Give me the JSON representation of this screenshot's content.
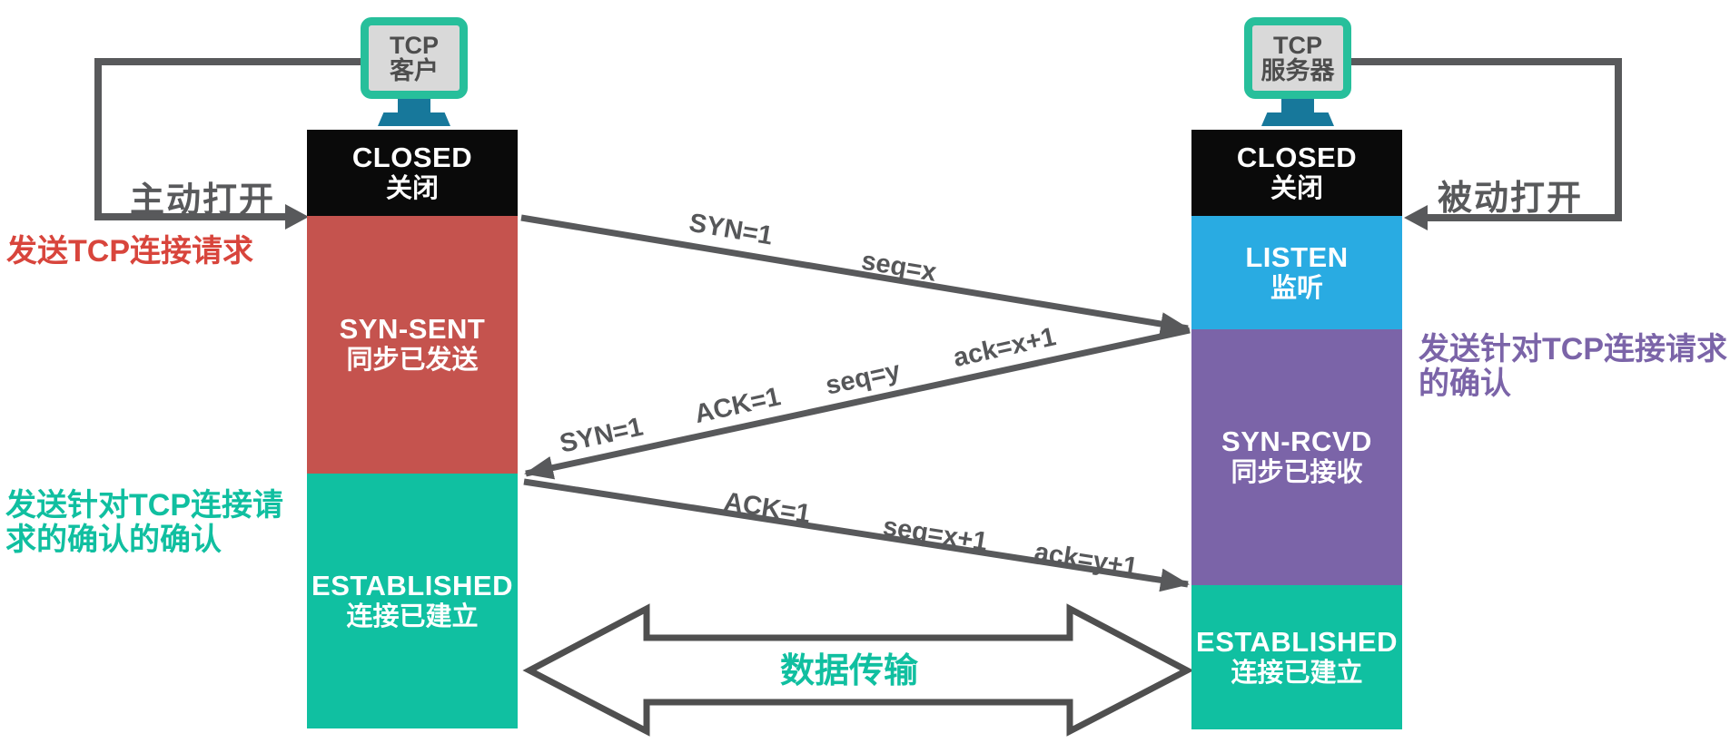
{
  "client": {
    "device_line1": "TCP",
    "device_line2": "客户",
    "open_action": "主动打开",
    "states": {
      "closed": {
        "en": "CLOSED",
        "zh": "关闭"
      },
      "syn_sent": {
        "en": "SYN-SENT",
        "zh": "同步已发送"
      },
      "established": {
        "en": "ESTABLISHED",
        "zh": "连接已建立"
      }
    },
    "note_send_request": "发送TCP连接请求",
    "note_send_ack_line1": "发送针对TCP连接请",
    "note_send_ack_line2": "求的确认的确认"
  },
  "server": {
    "device_line1": "TCP",
    "device_line2": "服务器",
    "open_action": "被动打开",
    "states": {
      "closed": {
        "en": "CLOSED",
        "zh": "关闭"
      },
      "listen": {
        "en": "LISTEN",
        "zh": "监听"
      },
      "syn_rcvd": {
        "en": "SYN-RCVD",
        "zh": "同步已接收"
      },
      "established": {
        "en": "ESTABLISHED",
        "zh": "连接已建立"
      }
    },
    "note_send_ack_line1": "发送针对TCP连接请求",
    "note_send_ack_line2": "的确认"
  },
  "messages": {
    "syn": {
      "part1": "SYN=1",
      "part2": "seq=x"
    },
    "syn_ack": {
      "part1": "SYN=1",
      "part2": "ACK=1",
      "part3": "seq=y",
      "part4": "ack=x+1"
    },
    "ack": {
      "part1": "ACK=1",
      "part2": "seq=x+1",
      "part3": "ack=y+1"
    }
  },
  "data_transfer": "数据传输",
  "colors": {
    "closed_bg": "#0a0a0a",
    "syn_sent_bg": "#c5534e",
    "listen_bg": "#29abe2",
    "syn_rcvd_bg": "#7b64a8",
    "established_bg": "#10c0a1",
    "arrow_gray": "#58595b",
    "note_red": "#d8453c",
    "note_teal": "#10bfa0",
    "note_purple": "#7b64a8",
    "monitor_border": "#27bf9b",
    "monitor_stand": "#17789b"
  }
}
